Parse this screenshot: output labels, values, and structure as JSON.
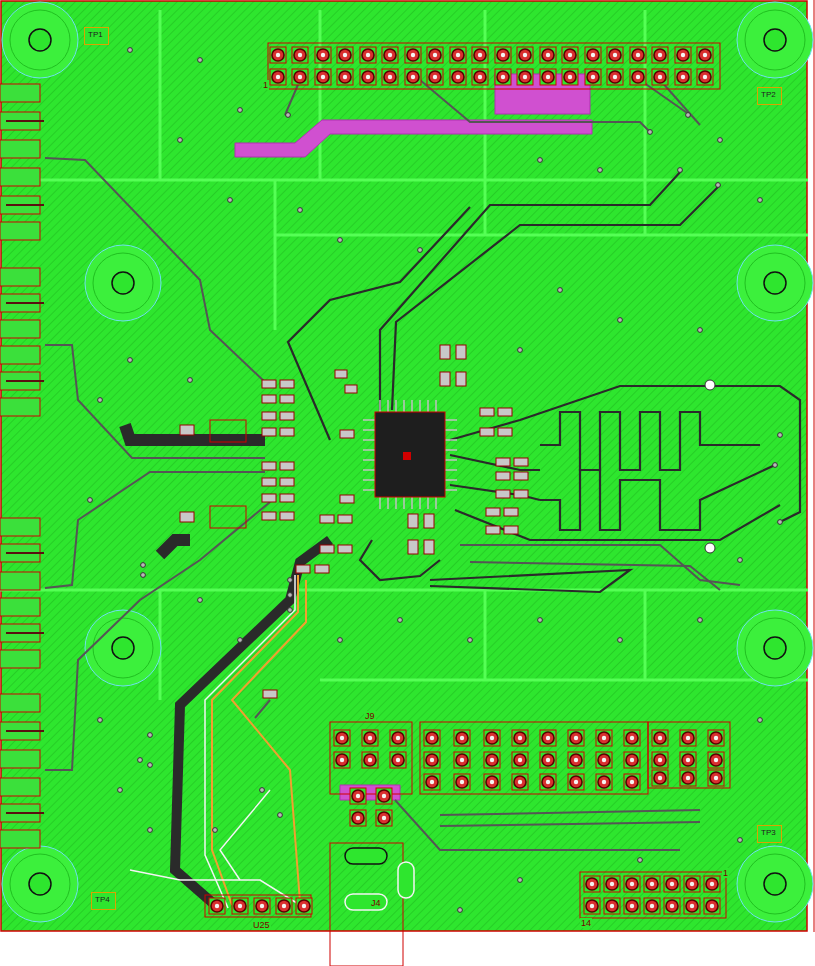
{
  "diagram": {
    "nodes": [
      {
        "text": [
          "TP1"
        ]
      },
      {
        "text": [
          "TP2"
        ]
      },
      {
        "text": [
          "TP3"
        ]
      },
      {
        "text": [
          "TP4"
        ]
      }
    ],
    "labels": [
      "1",
      "J9",
      "J4",
      "U25",
      "1",
      "14"
    ]
  }
}
